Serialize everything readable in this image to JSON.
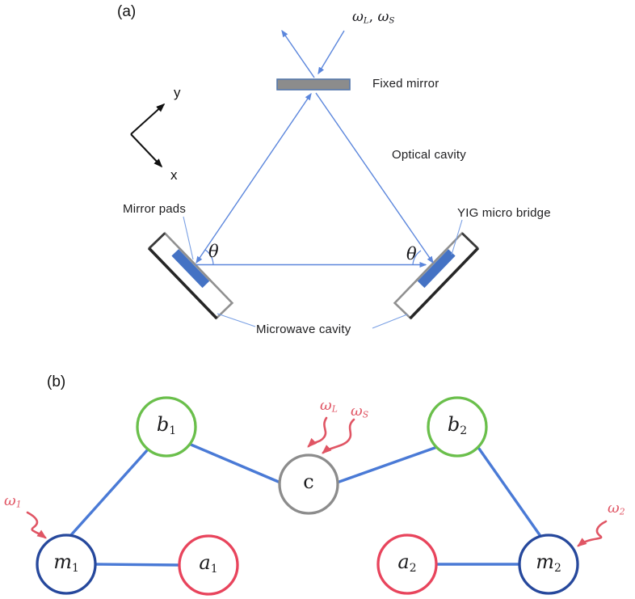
{
  "figure": {
    "background": "#ffffff"
  },
  "panel_a": {
    "tag": "(a)",
    "pump": {
      "first_base": "ω",
      "first_sub": "L",
      "separator": ", ",
      "second_base": "ω",
      "second_sub": "S"
    },
    "fixed_mirror_label": "Fixed mirror",
    "optical_cavity_label": "Optical cavity",
    "mirror_pads_label": "Mirror pads",
    "yig_label": "YIG micro bridge",
    "microwave_label": "Microwave cavity",
    "theta_label": "θ",
    "axis_x_label": "x",
    "axis_y_label": "y",
    "colors": {
      "beam_blue": "#5b86dc",
      "leader_blue": "#7aa0e4",
      "mirror_fill": "#8c8c8c",
      "mirror_border": "#5577aa",
      "pad_blue": "#4472c4",
      "cavity_gray": "#909090",
      "cavity_black": "#262626",
      "axis_black": "#111111"
    }
  },
  "panel_b": {
    "tag": "(b)",
    "nodes": [
      {
        "id": "b1",
        "base": "b",
        "sub": "1",
        "color": "#6abf4b"
      },
      {
        "id": "b2",
        "base": "b",
        "sub": "2",
        "color": "#6abf4b"
      },
      {
        "id": "c",
        "base": "c",
        "sub": "",
        "color": "#8c8c8c"
      },
      {
        "id": "m1",
        "base": "m",
        "sub": "1",
        "color": "#26489c"
      },
      {
        "id": "m2",
        "base": "m",
        "sub": "2",
        "color": "#26489c"
      },
      {
        "id": "a1",
        "base": "a",
        "sub": "1",
        "color": "#e8445c"
      },
      {
        "id": "a2",
        "base": "a",
        "sub": "2",
        "color": "#e8445c"
      }
    ],
    "edges": [
      [
        "m1",
        "b1"
      ],
      [
        "b1",
        "c"
      ],
      [
        "c",
        "b2"
      ],
      [
        "b2",
        "m2"
      ],
      [
        "m1",
        "a1"
      ],
      [
        "a2",
        "m2"
      ]
    ],
    "drives": [
      {
        "id": "omega_1",
        "base": "ω",
        "sub": "1"
      },
      {
        "id": "omega_2",
        "base": "ω",
        "sub": "2"
      },
      {
        "id": "omega_L",
        "base": "ω",
        "sub": "L"
      },
      {
        "id": "omega_S",
        "base": "ω",
        "sub": "S"
      }
    ],
    "colors": {
      "edge_blue": "#4a7ad6",
      "drive_red": "#e05564"
    }
  }
}
